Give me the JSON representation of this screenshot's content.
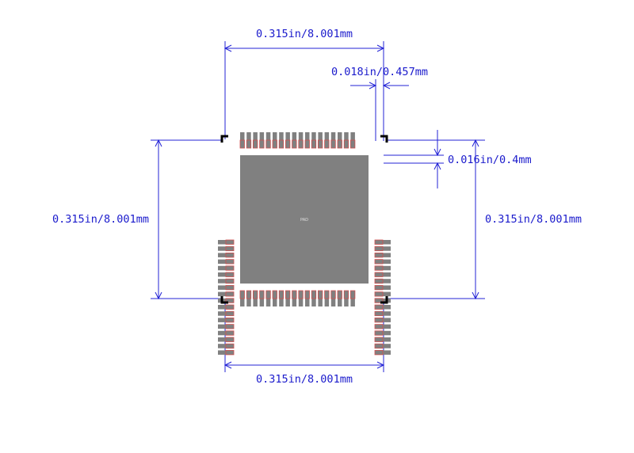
{
  "dimensions": {
    "top_width": "0.315in/8.001mm",
    "pad_width": "0.018in/0.457mm",
    "pad_pitch": "0.016in/0.4mm",
    "left_height": "0.315in/8.001mm",
    "right_height": "0.315in/8.001mm",
    "bottom_width": "0.315in/8.001mm"
  },
  "footprint": {
    "pins_per_side": 18,
    "thermal_pad_label": "PAD"
  },
  "colors": {
    "dimension": "#2323d6",
    "pad": "#808080",
    "pad_outline": "#d05050",
    "corner_mark": "#000000"
  }
}
